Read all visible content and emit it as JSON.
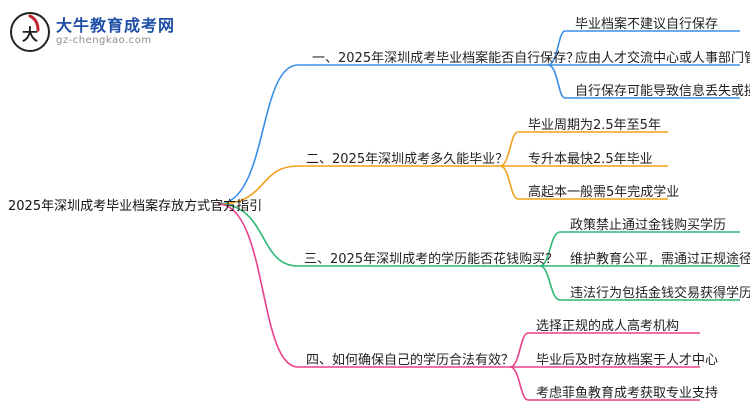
{
  "logo": {
    "name": "大牛教育成考网",
    "url": "gz-chengkao.com"
  },
  "root": "2025年深圳成考毕业档案存放方式官方指引",
  "branches": [
    {
      "label": "一、2025年深圳成考毕业档案能否自行保存？",
      "color": "#3a8ee6",
      "leaves": [
        "毕业档案不建议自行保存",
        "应由人才交流中心或人事部门管理",
        "自行保存可能导致信息丢失或损坏"
      ]
    },
    {
      "label": "二、2025年深圳成考多久能毕业？",
      "color": "#f0a018",
      "leaves": [
        "毕业周期为2.5年至5年",
        "专升本最快2.5年毕业",
        "高起本一般需5年完成学业"
      ]
    },
    {
      "label": "三、2025年深圳成考的学历能否花钱购买？",
      "color": "#2bb673",
      "leaves": [
        "政策禁止通过金钱购买学历",
        "维护教育公平，需通过正规途径获取",
        "违法行为包括金钱交易获得学历"
      ]
    },
    {
      "label": "四、如何确保自己的学历合法有效？",
      "color": "#e8418c",
      "leaves": [
        "选择正规的成人高考机构",
        "毕业后及时存放档案于人才中心",
        "考虑菲鱼教育成考获取专业支持"
      ]
    }
  ]
}
